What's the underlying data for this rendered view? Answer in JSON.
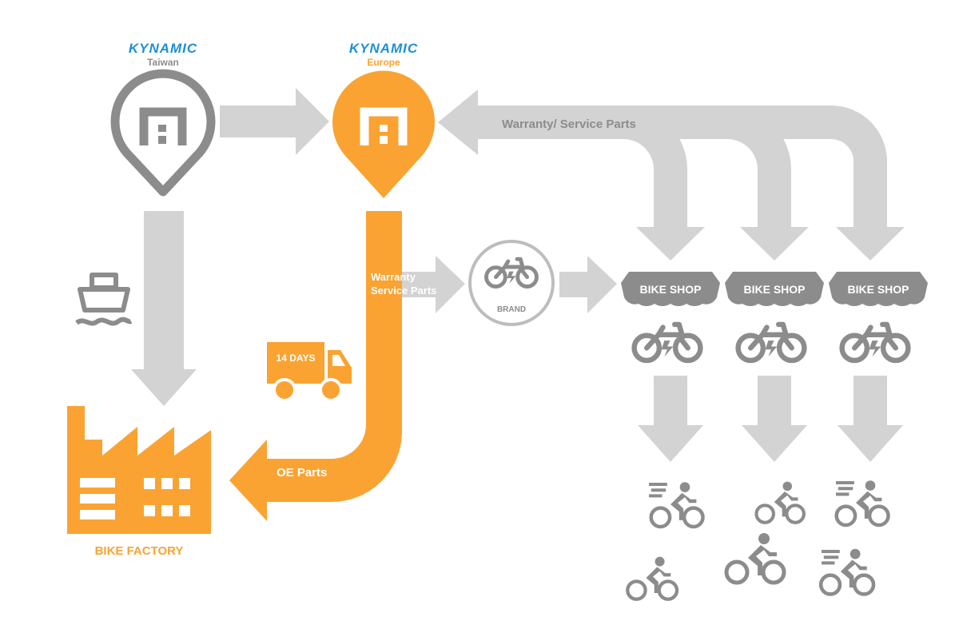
{
  "colors": {
    "orange": "#FAA332",
    "grey": "#8C8C8C",
    "light_grey": "#D3D3D3",
    "logo_blue": "#1D8FD8",
    "white": "#FFFFFF"
  },
  "hubs": {
    "taiwan": {
      "logo": "KYNAMIC",
      "label": "Taiwan",
      "icon": "warehouse-pin-icon"
    },
    "europe": {
      "logo": "KYNAMIC",
      "label": "Europe",
      "icon": "warehouse-pin-icon"
    }
  },
  "flows": {
    "warranty_service_parts_top": "Warranty/ Service Parts",
    "warranty_line1": "Warranty",
    "warranty_line2": "Service Parts",
    "oe_parts": "OE Parts"
  },
  "truck": {
    "label": "14 DAYS",
    "icon": "delivery-truck-icon"
  },
  "ship": {
    "icon": "ship-icon"
  },
  "brand": {
    "label": "BRAND",
    "icon": "ebike-icon"
  },
  "factory": {
    "label": "BIKE FACTORY",
    "icon": "factory-icon"
  },
  "shops": [
    {
      "label": "BIKE SHOP"
    },
    {
      "label": "BIKE SHOP"
    },
    {
      "label": "BIKE SHOP"
    }
  ],
  "riders": {
    "icon": "cyclist-icon"
  }
}
